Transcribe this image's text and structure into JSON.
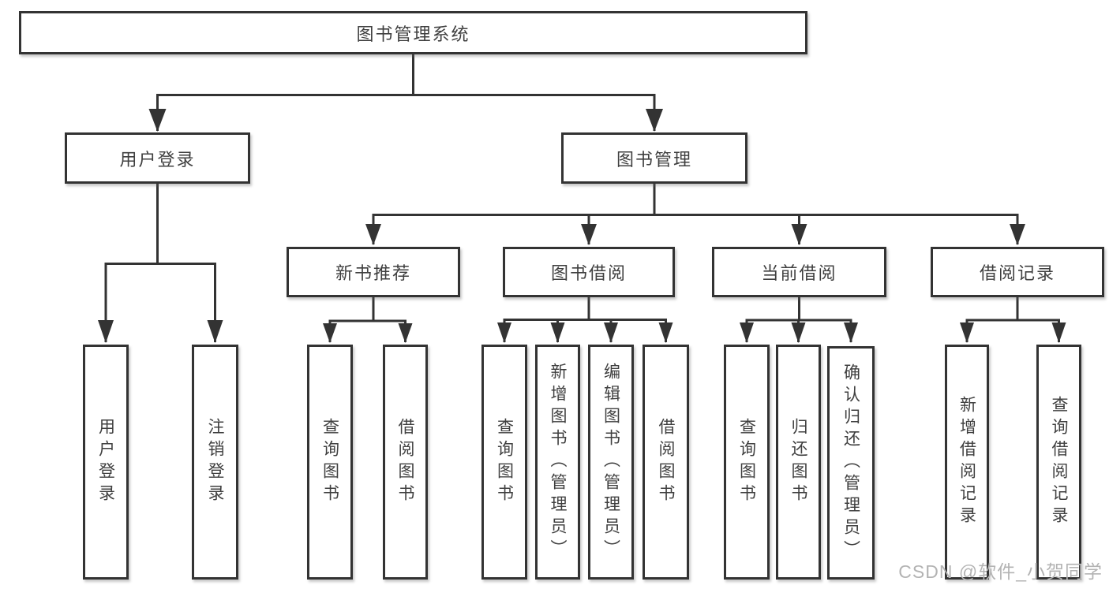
{
  "diagram_title": "图书管理系统",
  "watermark": "CSDN @软件_小贺同学",
  "colors": {
    "line": "#333333",
    "box_border": "#333333",
    "box_background": "#ffffff",
    "text": "#3f3f3f",
    "watermark": "#b3b3b3"
  },
  "nodes": {
    "root": {
      "label": "图书管理系统"
    },
    "user_login": {
      "label": "用户登录"
    },
    "book_management": {
      "label": "图书管理"
    },
    "new_book_recommend": {
      "label": "新书推荐"
    },
    "book_borrow": {
      "label": "图书借阅"
    },
    "current_borrow": {
      "label": "当前借阅"
    },
    "borrow_records": {
      "label": "借阅记录"
    },
    "leaf_user_login": {
      "label": "用户登录"
    },
    "leaf_logout": {
      "label": "注销登录"
    },
    "leaf_query_books_1": {
      "label": "查询图书"
    },
    "leaf_borrow_books_1": {
      "label": "借阅图书"
    },
    "leaf_query_books_2": {
      "label": "查询图书"
    },
    "leaf_add_book_admin": {
      "label": "新增图书（管理员）"
    },
    "leaf_edit_book_admin": {
      "label": "编辑图书（管理员）"
    },
    "leaf_borrow_books_2": {
      "label": "借阅图书"
    },
    "leaf_query_books_3": {
      "label": "查询图书"
    },
    "leaf_return_books": {
      "label": "归还图书"
    },
    "leaf_confirm_return_admin": {
      "label": "确认归还（管理员）"
    },
    "leaf_add_borrow_record": {
      "label": "新增借阅记录"
    },
    "leaf_query_borrow_record": {
      "label": "查询借阅记录"
    }
  },
  "hierarchy": {
    "图书管理系统": {
      "用户登录": [
        "用户登录",
        "注销登录"
      ],
      "图书管理": {
        "新书推荐": [
          "查询图书",
          "借阅图书"
        ],
        "图书借阅": [
          "查询图书",
          "新增图书（管理员）",
          "编辑图书（管理员）",
          "借阅图书"
        ],
        "当前借阅": [
          "查询图书",
          "归还图书",
          "确认归还（管理员）"
        ],
        "借阅记录": [
          "新增借阅记录",
          "查询借阅记录"
        ]
      }
    }
  }
}
